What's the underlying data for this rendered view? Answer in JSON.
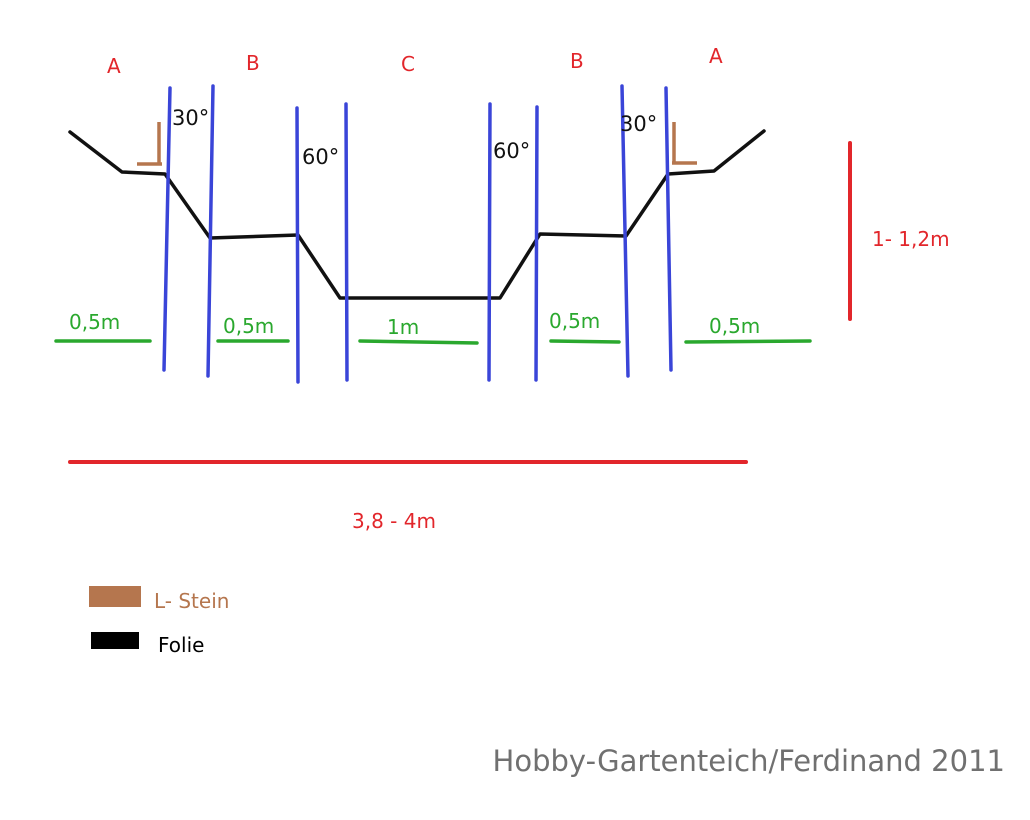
{
  "colors": {
    "zone_label": "#e2262b",
    "divider": "#3a45d8",
    "liner": "#111111",
    "stone": "#b5764e",
    "width_mark": "#2aa82e",
    "dimension": "#e2262b",
    "credit": "#707070"
  },
  "zones": {
    "left_a": "A",
    "left_b": "B",
    "center_c": "C",
    "right_b": "B",
    "right_a": "A"
  },
  "angles": {
    "left_outer": "30°",
    "left_inner": "60°",
    "right_inner": "60°",
    "right_outer": "30°"
  },
  "widths": {
    "left_a": "0,5m",
    "left_b": "0,5m",
    "center_c": "1m",
    "right_b": "0,5m",
    "right_a": "0,5m"
  },
  "dimensions": {
    "depth": "1- 1,2m",
    "total_width": "3,8 - 4m"
  },
  "legend": {
    "stone_label": "L- Stein",
    "liner_label": "Folie"
  },
  "credit": "Hobby-Gartenteich/Ferdinand 2011"
}
